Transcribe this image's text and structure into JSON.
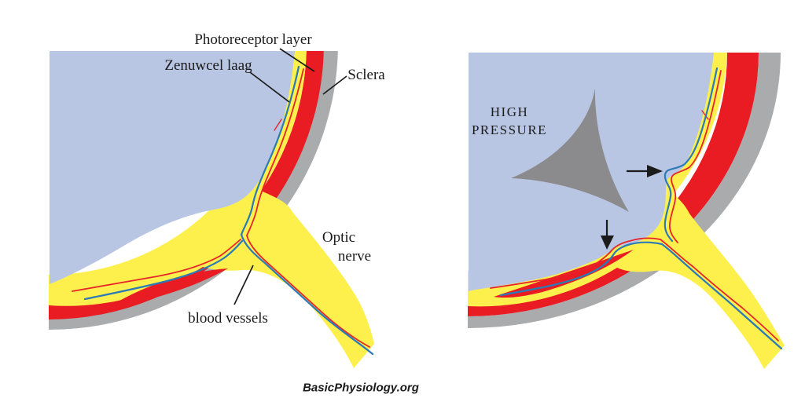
{
  "figure": {
    "description_visible_text_only": true,
    "footer": {
      "credit": "BasicPhysiology.org"
    },
    "panels": {
      "left": {
        "labels": {
          "photoreceptor_layer": "Photoreceptor layer",
          "nerve_cell_layer": "Zenuwcel laag",
          "sclera": "Sclera",
          "optic_nerve": [
            "Optic",
            "nerve"
          ],
          "blood_vessels": "blood vessels"
        }
      },
      "right": {
        "labels": {
          "high_pressure": [
            "HIGH",
            "PRESSURE"
          ]
        }
      }
    }
  },
  "colors": {
    "background": "#ffffff",
    "vitreous_blue": "#b8c6e4",
    "nerve_fiber_yellow": "#fdf04d",
    "photoreceptor_red": "#e81c22",
    "sclera_gray": "#a9abad",
    "pressure_star_gray": "#8b8b8d",
    "vessel_blue": "#2b7ab8",
    "vessel_red": "#e8242a",
    "label_text": "#1b1b1b"
  }
}
